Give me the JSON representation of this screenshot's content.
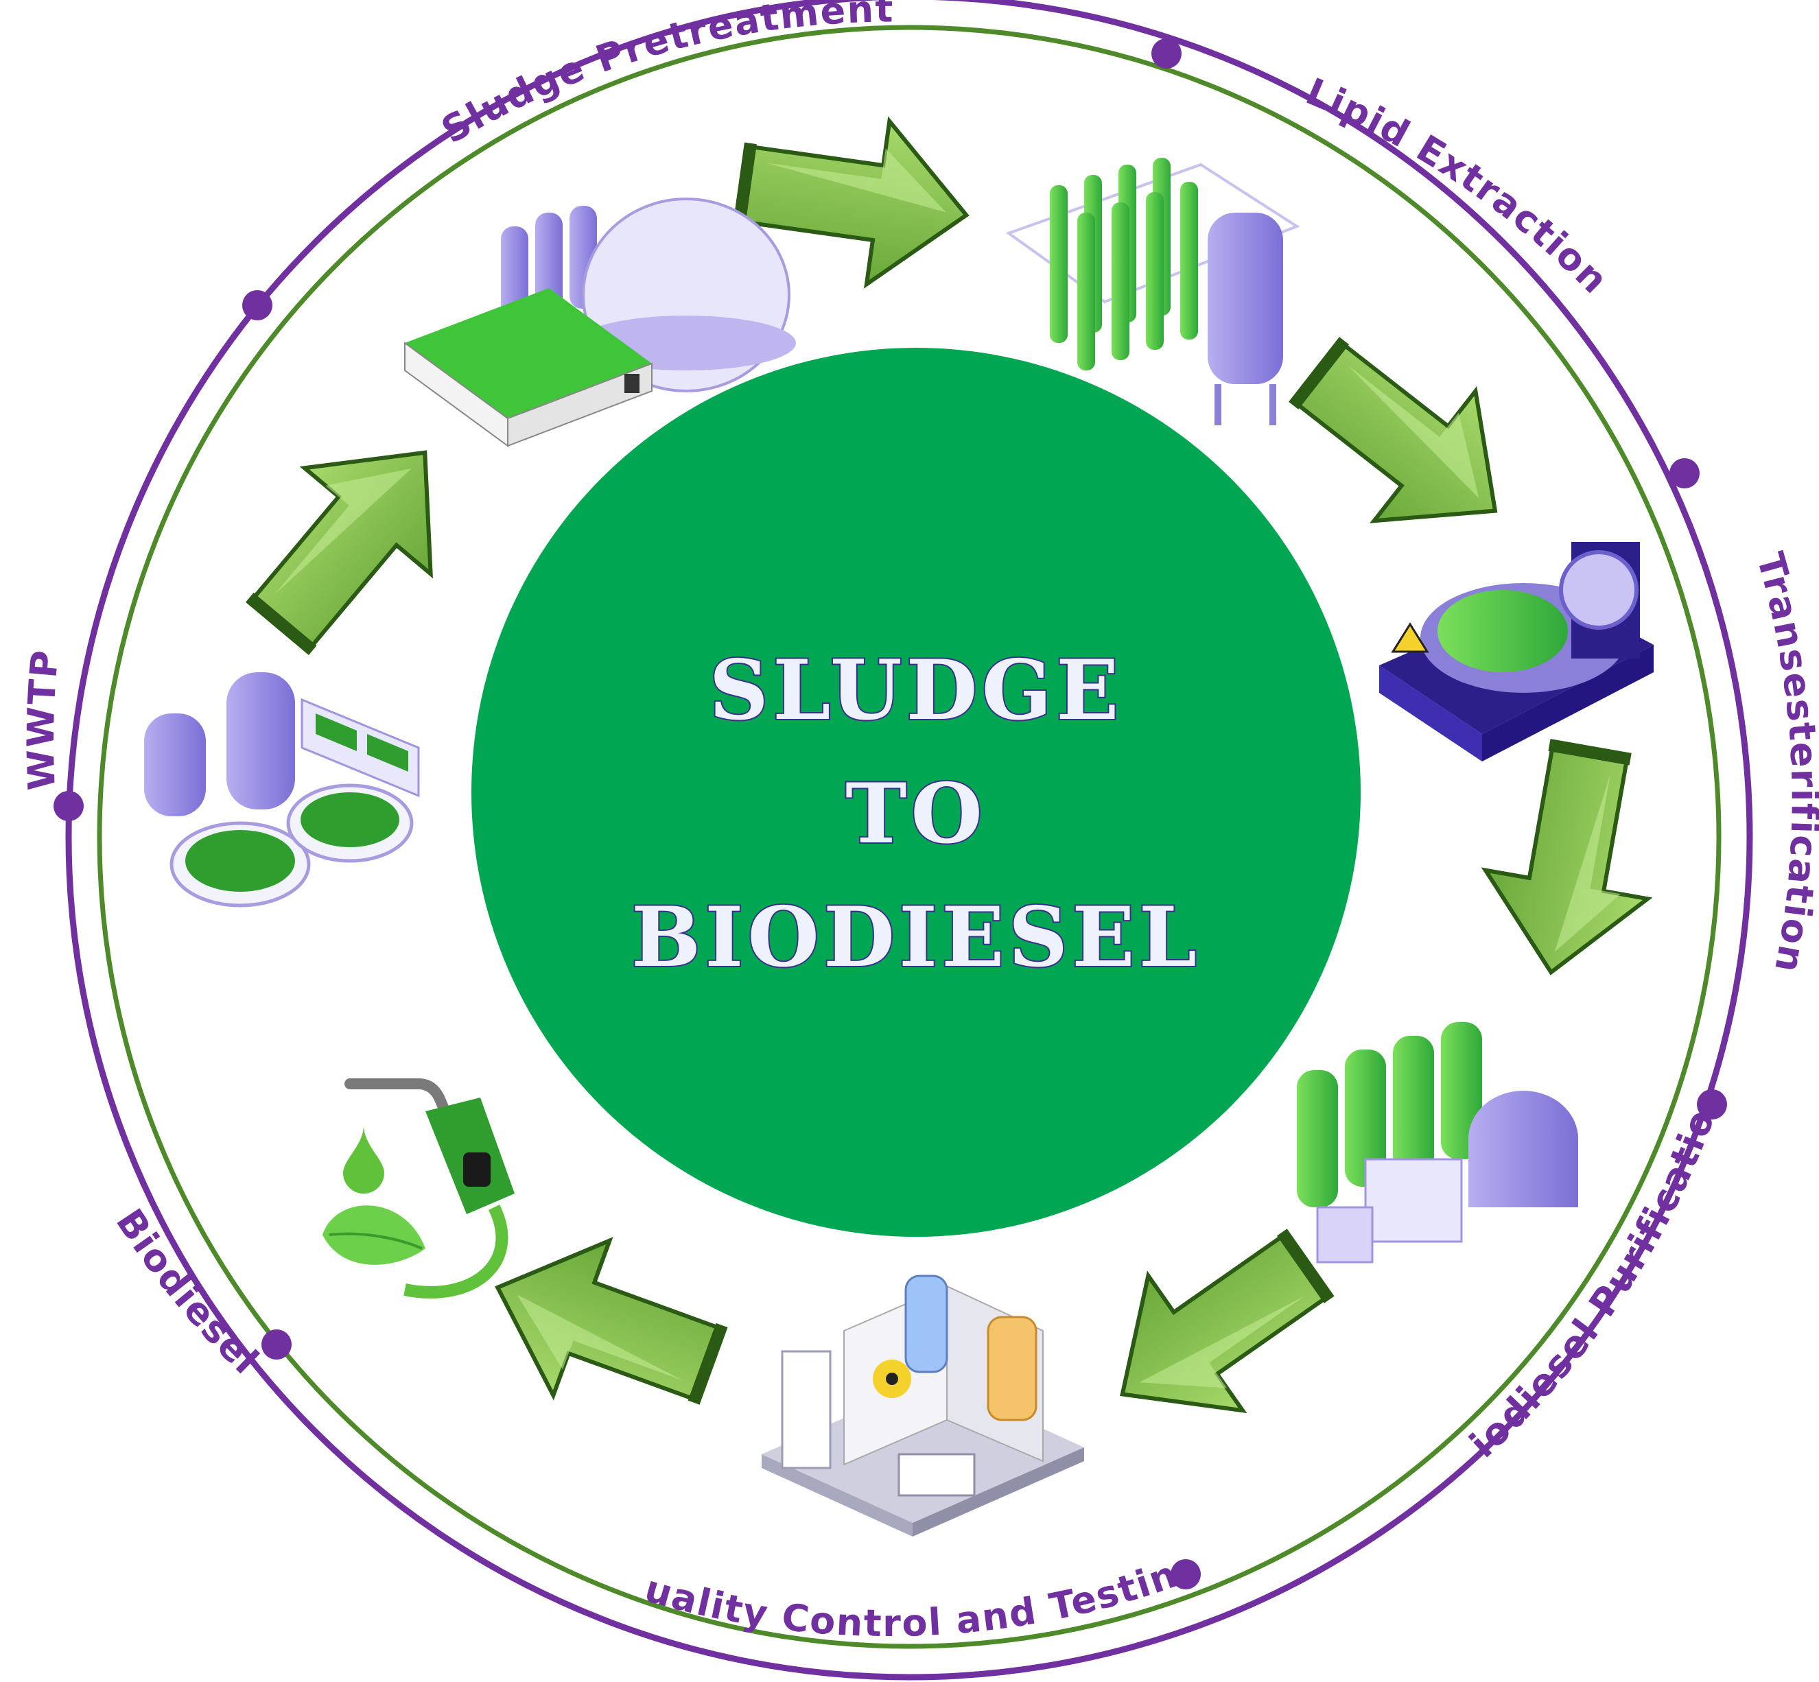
{
  "diagram": {
    "center": {
      "lines": [
        "SLUDGE",
        "TO",
        "BIODIESEL"
      ],
      "fill_color": "#00a651"
    },
    "ring_color": "#7030a0",
    "inner_ring_color": "#4f8a2a",
    "arrow_color": "#8cc94a",
    "stages": [
      {
        "id": "sludge-pretreatment",
        "label": "Sludge Pretreatment",
        "icon": "anaerobic-digester-plant-icon"
      },
      {
        "id": "lipid-extraction",
        "label": "Lipid Extraction",
        "icon": "extraction-column-plant-icon"
      },
      {
        "id": "transesterification",
        "label": "Transesterification",
        "icon": "reactor-machine-icon"
      },
      {
        "id": "biodiesel-purification",
        "label": "Biodiesel Purification",
        "icon": "purification-tanks-icon"
      },
      {
        "id": "quality-control",
        "label": "Quality Control and Testing",
        "icon": "testing-laboratory-icon"
      },
      {
        "id": "biodiesel",
        "label": "Biodiesel",
        "icon": "fuel-nozzle-leaf-icon"
      },
      {
        "id": "wwtp",
        "label": "WWTP",
        "icon": "wastewater-treatment-plant-icon"
      }
    ]
  }
}
